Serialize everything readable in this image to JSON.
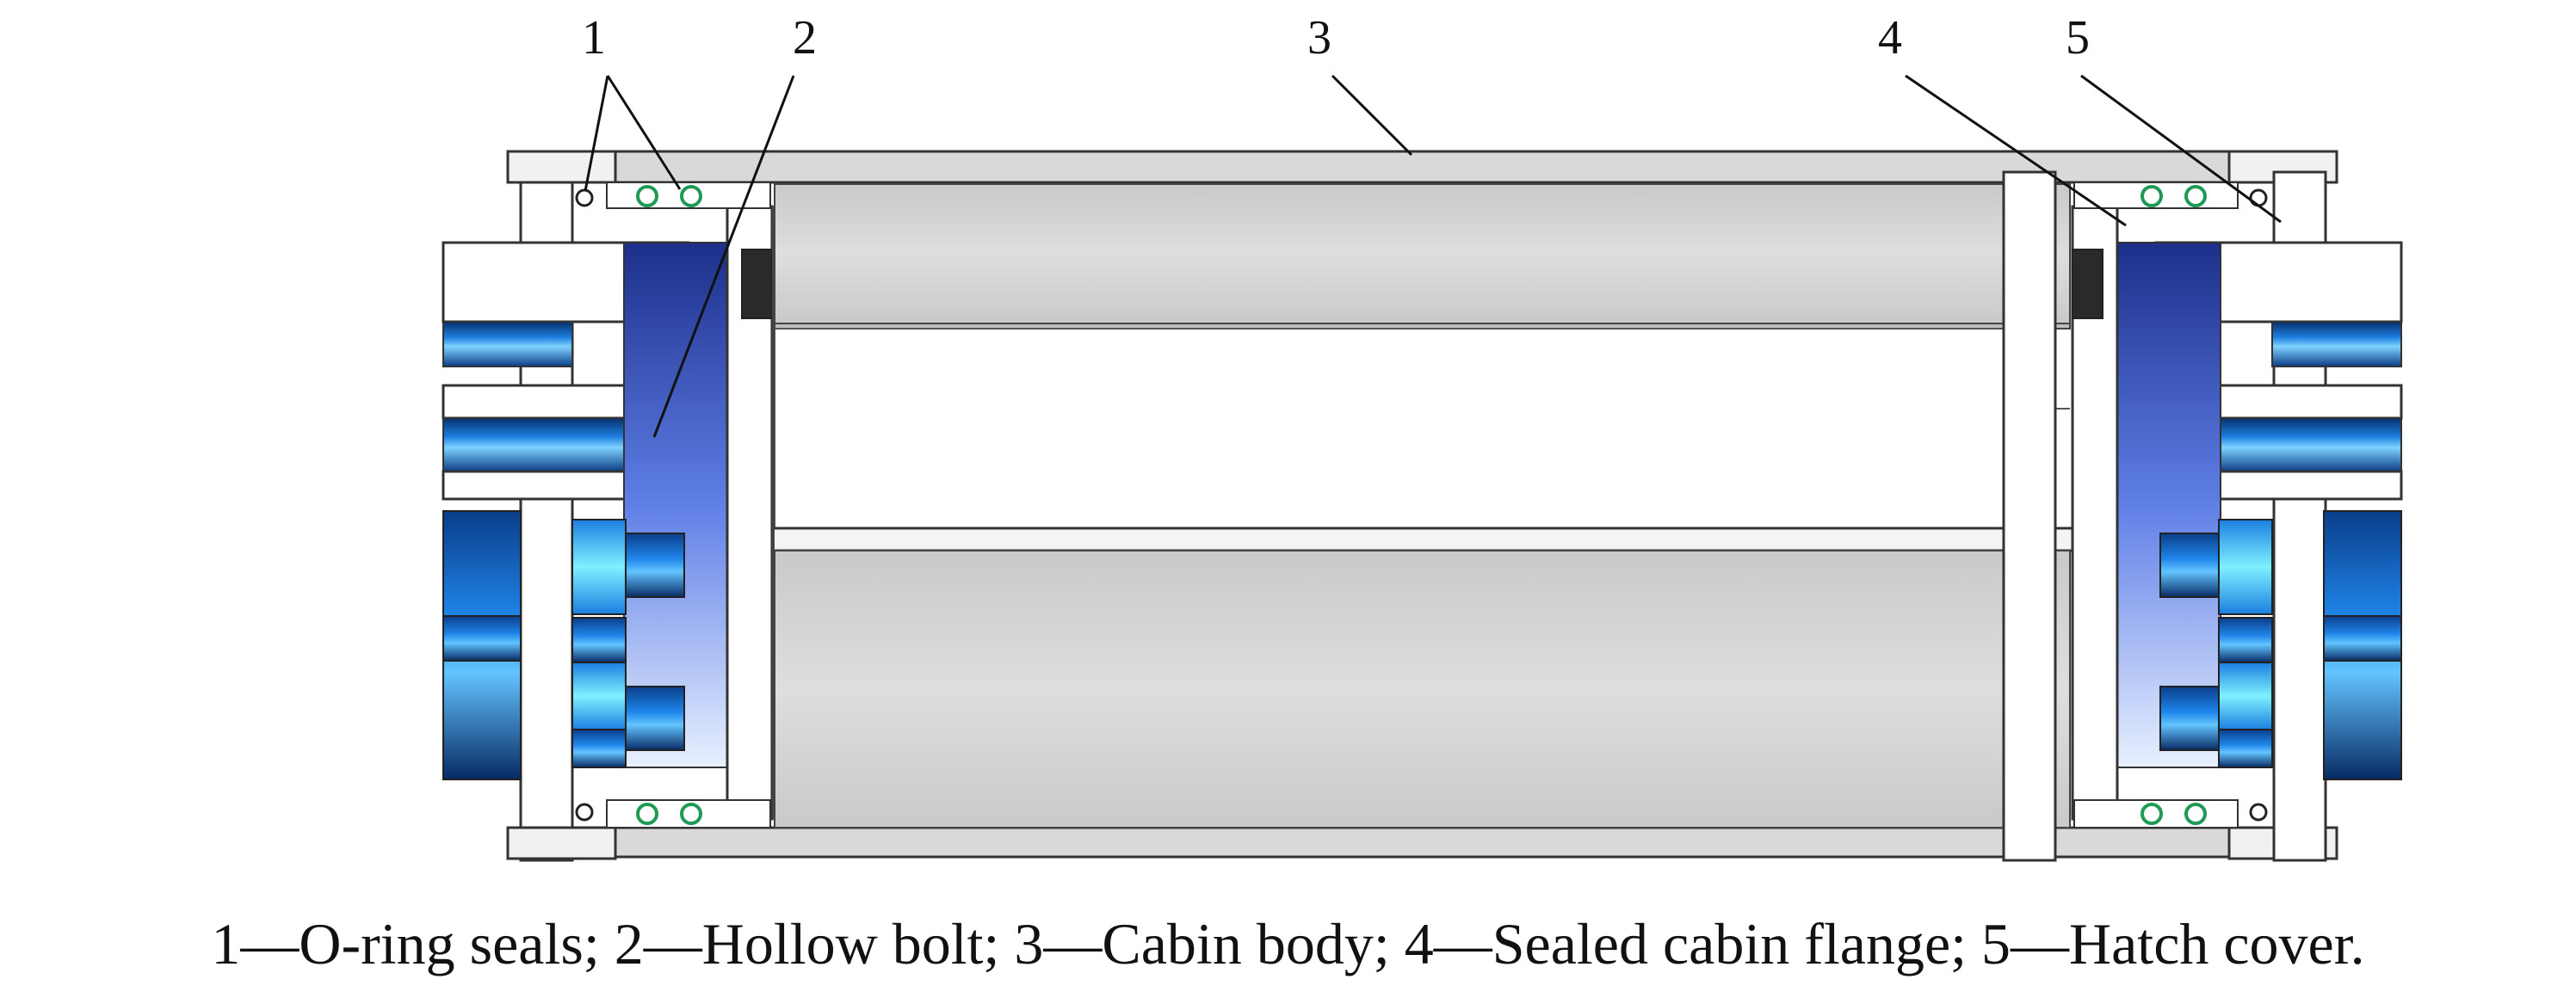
{
  "callouts": [
    {
      "number": "1",
      "part": "O-ring seals"
    },
    {
      "number": "2",
      "part": "Hollow bolt"
    },
    {
      "number": "3",
      "part": "Cabin body"
    },
    {
      "number": "4",
      "part": "Sealed cabin flange"
    },
    {
      "number": "5",
      "part": "Hatch cover"
    }
  ],
  "caption": "1—O-ring seals; 2—Hollow bolt; 3—Cabin body; 4—Sealed cabin flange; 5—Hatch cover.",
  "colors": {
    "cabin_gray": "#d4d4d4",
    "outline": "#333333",
    "flange_blue": "#1d6fd1",
    "flange_dark": "#0a2e6e",
    "flange_light": "#8fd6ff",
    "seal_green": "#1f9a55"
  }
}
